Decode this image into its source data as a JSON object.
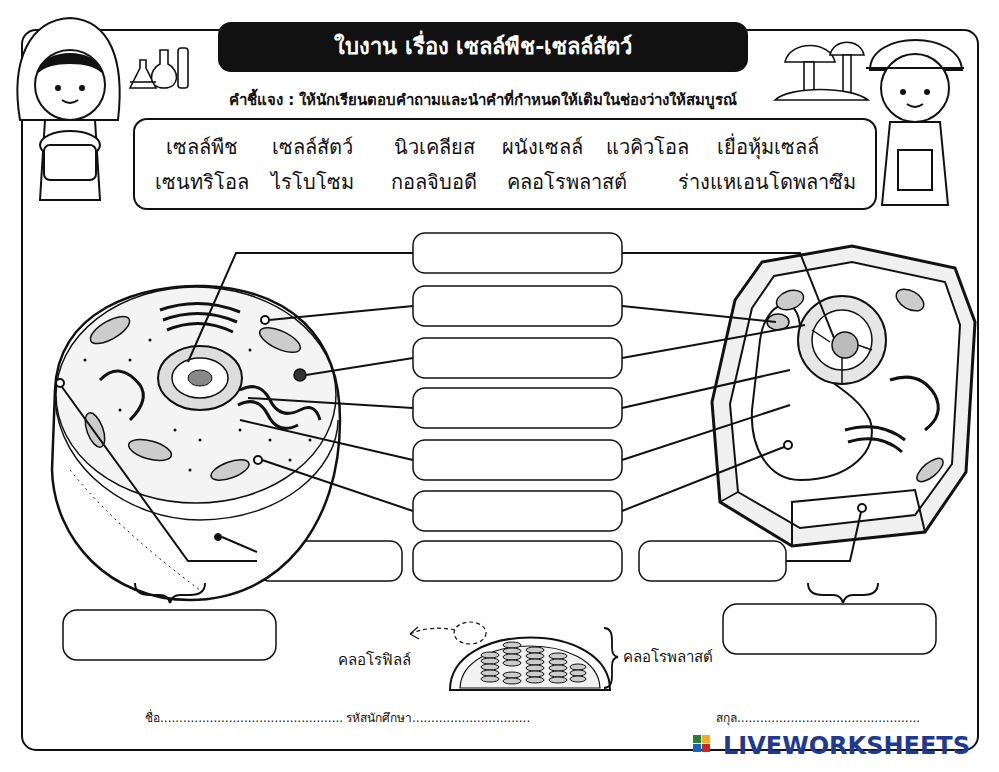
{
  "diagram": {
    "title": "ใบงาน เรื่อง เซลล์พืช-เซลล์สัตว์",
    "nodes": [
      {
        "text": [
          "เซลล์พืช",
          "เซลล์สัตว์",
          "นิวเคลียส",
          "ผนังเซลล์",
          "แวคิวโอล",
          "เยื่อหุ้มเซลล์",
          "เซนทริโอล",
          "ไรโบโซม",
          "กอลจิบอดี",
          "คลอโรพลาสต์",
          "ร่างแหเอนโดพลาซึม"
        ]
      }
    ],
    "edges": [],
    "labels": [
      "คำชี้แจง : ให้นักเรียนตอบคำถามและนำคำที่กำหนดให้เติมในช่องว่างให้สมบูรณ์",
      "คลอโรฟิลล์",
      "คลอโรพลาสต์",
      "ชื่อ................................................",
      "สกุล................................................",
      "รหัสนักศึกษา...............................",
      "LIVEWORKSHEETS"
    ]
  }
}
